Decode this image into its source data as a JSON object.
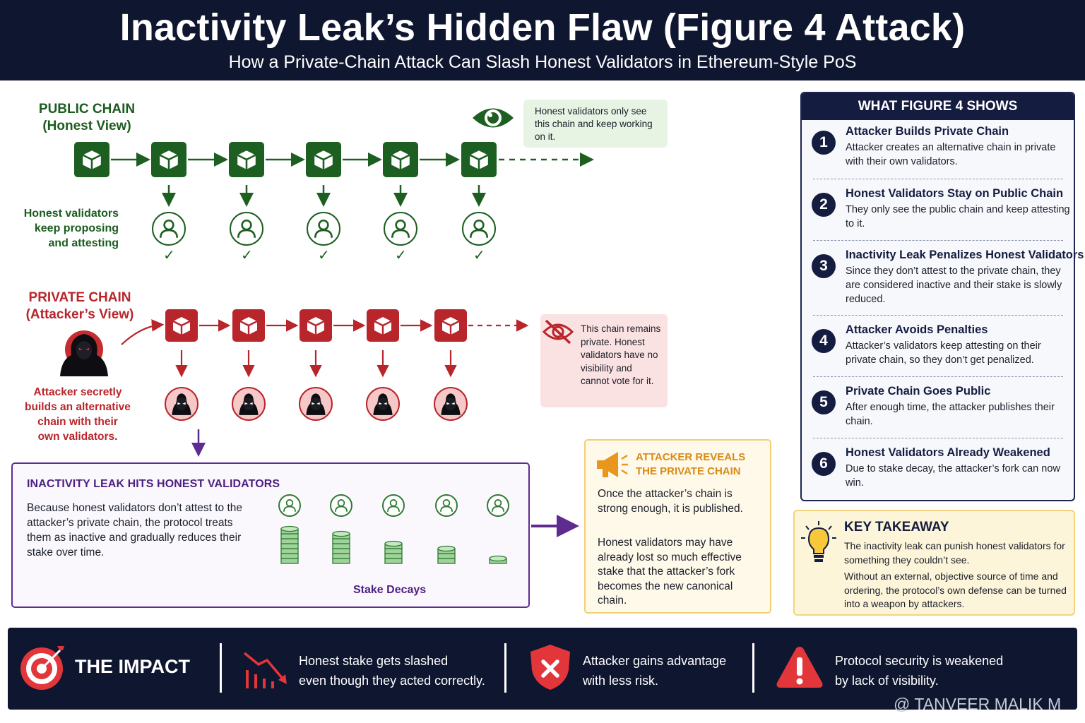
{
  "header": {
    "title": "Inactivity Leak’s Hidden Flaw (Figure 4 Attack)",
    "subtitle": "How a Private-Chain Attack Can Slash Honest Validators in Ethereum-Style PoS"
  },
  "public_chain": {
    "title_line1": "PUBLIC CHAIN",
    "title_line2": "(Honest View)",
    "side_line1": "Honest validators",
    "side_line2": "keep proposing",
    "side_line3": "and attesting",
    "note": "Honest validators only see this chain and keep working on it.",
    "blocks": 6,
    "validators": 5
  },
  "private_chain": {
    "title_line1": "PRIVATE CHAIN",
    "title_line2": "(Attacker’s View)",
    "side_line1": "Attacker secretly",
    "side_line2": "builds an alternative",
    "side_line3": "chain with their",
    "side_line4": "own validators.",
    "note": "This chain remains private. Honest validators have no visibility and cannot vote for it.",
    "blocks": 5,
    "validators": 5
  },
  "leak_box": {
    "title": "INACTIVITY LEAK HITS HONEST VALIDATORS",
    "text": "Because honest validators don’t attest to the attacker’s private chain, the protocol treats them as inactive and gradually reduces their stake over time.",
    "caption": "Stake Decays",
    "coin_stacks": [
      7,
      6,
      4,
      3,
      1
    ]
  },
  "reveal_box": {
    "title_line1": "ATTACKER REVEALS",
    "title_line2": "THE PRIVATE CHAIN",
    "p1": "Once the attacker’s chain is strong enough, it is published.",
    "p2": "Honest validators may have already lost so much effective stake that the attacker’s fork becomes the new canonical chain."
  },
  "panel": {
    "title": "WHAT FIGURE 4 SHOWS",
    "steps": [
      {
        "num": "1",
        "title": "Attacker Builds Private Chain",
        "desc": "Attacker creates an alternative chain in private with their own validators."
      },
      {
        "num": "2",
        "title": "Honest Validators Stay on Public Chain",
        "desc": "They only see the public chain and keep attesting to it."
      },
      {
        "num": "3",
        "title": "Inactivity Leak Penalizes Honest Validators",
        "desc": "Since they don’t attest to the private chain, they are considered inactive and their stake is slowly reduced."
      },
      {
        "num": "4",
        "title": "Attacker Avoids Penalties",
        "desc": "Attacker’s validators keep attesting on their private chain, so they don’t get penalized."
      },
      {
        "num": "5",
        "title": "Private Chain Goes Public",
        "desc": "After enough time, the attacker publishes their chain."
      },
      {
        "num": "6",
        "title": "Honest Validators Already Weakened",
        "desc": "Due to stake decay, the attacker’s fork can now win."
      }
    ]
  },
  "takeaway": {
    "title": "KEY TAKEAWAY",
    "p1": "The inactivity leak can punish honest validators for something they couldn’t see.",
    "p2": "Without an external, objective source of time and ordering, the protocol’s own defense can be turned into a weapon by attackers."
  },
  "impact": {
    "title": "THE IMPACT",
    "item1_line1": "Honest stake gets slashed",
    "item1_line2": "even though they acted correctly.",
    "item2_line1": "Attacker gains advantage",
    "item2_line2": "with less risk.",
    "item3_line1": "Protocol security is weakened",
    "item3_line2": "by lack of visibility."
  },
  "watermark": "@ TANVEER MALIK M",
  "colors": {
    "navy": "#0f1630",
    "green": "#1d5e21",
    "red": "#b8252b",
    "purple": "#5e2c91",
    "orange": "#d98a16"
  }
}
